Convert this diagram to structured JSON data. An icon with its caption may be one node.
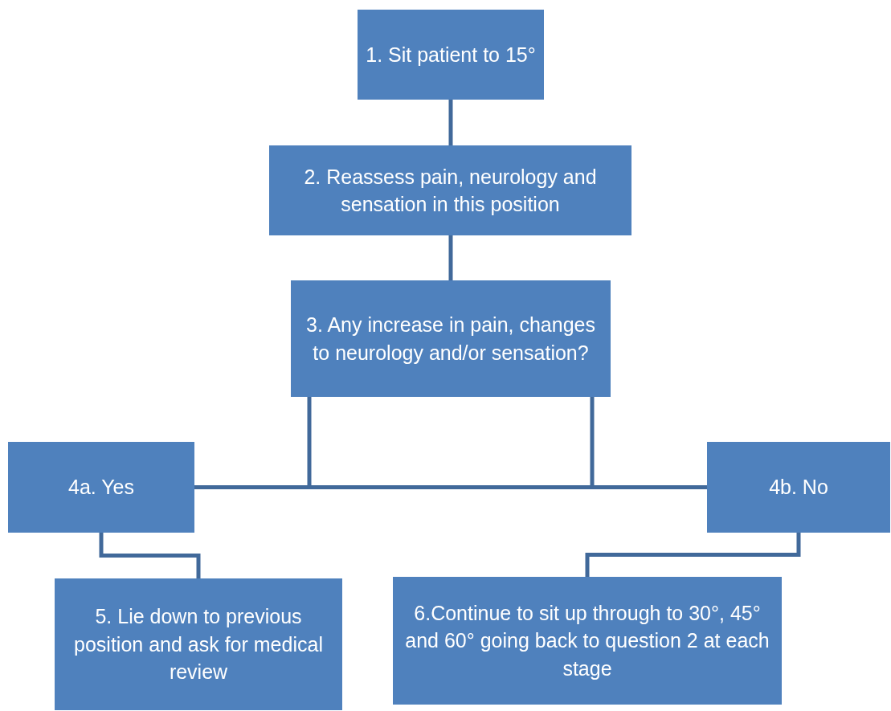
{
  "diagram": {
    "nodes": [
      {
        "text": [
          "1. Sit patient to 15°"
        ]
      },
      {
        "text": [
          "2. Reassess pain, neurology and sensation in this position"
        ]
      },
      {
        "text": [
          "3. Any increase in pain, changes to neurology and/or sensation?"
        ]
      },
      {
        "text": [
          "4a. Yes"
        ]
      },
      {
        "text": [
          "4b. No"
        ]
      },
      {
        "text": [
          "5. Lie down to previous position and ask for medical review"
        ]
      },
      {
        "text": [
          "6.Continue to sit up through to 30°, 45° and 60° going back to question 2 at each stage"
        ]
      }
    ],
    "edges": [
      {
        "from": 0,
        "to": 1,
        "arrow": "none"
      },
      {
        "from": 1,
        "to": 2,
        "arrow": "none"
      },
      {
        "from": 2,
        "to": 3,
        "arrow": "none"
      },
      {
        "from": 2,
        "to": 4,
        "arrow": "none"
      },
      {
        "from": 3,
        "to": 5,
        "arrow": "none"
      },
      {
        "from": 4,
        "to": 6,
        "arrow": "none"
      }
    ]
  }
}
